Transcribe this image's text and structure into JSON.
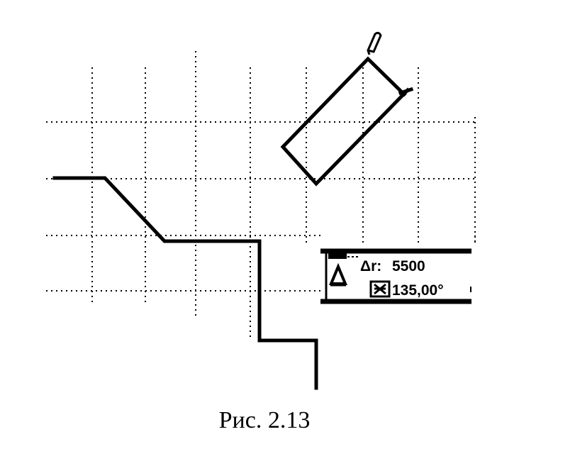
{
  "caption": "Рис. 2.13",
  "length_field": {
    "label": "Δr:",
    "value": "5500"
  },
  "angle_field": {
    "value": "135,00°"
  },
  "icons": {
    "pencil": "pencil-cursor-icon",
    "delta": "delta-icon",
    "angle": "angle-icon"
  },
  "colors": {
    "ink": "#000000",
    "background": "#ffffff"
  }
}
